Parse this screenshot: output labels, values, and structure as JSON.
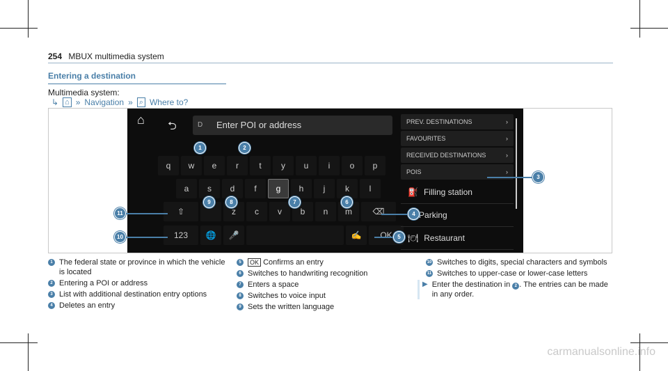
{
  "header": {
    "page_number": "254",
    "book_title": "MBUX multimedia system"
  },
  "section": {
    "title": "Entering a destination",
    "system_label": "Multimedia system:",
    "path": {
      "arrow": "↳",
      "home_icon": "⌂",
      "sep": "»",
      "nav": "Navigation",
      "search_icon": "⌕",
      "where": "Where to?"
    }
  },
  "screen": {
    "input_letter": "D",
    "input_placeholder": "Enter POI or address",
    "rows": [
      [
        "q",
        "w",
        "e",
        "r",
        "t",
        "y",
        "u",
        "i",
        "o",
        "p"
      ],
      [
        "a",
        "s",
        "d",
        "f",
        "g",
        "h",
        "j",
        "k",
        "l"
      ],
      [
        "⇧",
        "",
        "z",
        "c",
        "v",
        "b",
        "n",
        "m",
        "⌫"
      ]
    ],
    "bottom_row": {
      "digits": "123",
      "globe": "🌐",
      "mic": "🎤",
      "hand": "✍",
      "ok": "OK"
    },
    "selected_key": "g",
    "panel_items": [
      "PREV. DESTINATIONS",
      "FAVOURITES",
      "RECEIVED DESTINATIONS",
      "POIS"
    ],
    "categories": [
      {
        "icon": "⛽",
        "label": "Filling station"
      },
      {
        "icon": "P",
        "label": "Parking"
      },
      {
        "icon": "🍽",
        "label": "Restaurant"
      }
    ]
  },
  "callouts": [
    "1",
    "2",
    "3",
    "4",
    "5",
    "6",
    "7",
    "8",
    "9",
    "10",
    "11"
  ],
  "legend": {
    "col1": [
      {
        "n": "1",
        "text": "The federal state or province in which the vehicle is located"
      },
      {
        "n": "2",
        "text": "Entering a POI or address"
      },
      {
        "n": "3",
        "text": "List with additional destination entry options"
      },
      {
        "n": "4",
        "text": "Deletes an entry"
      }
    ],
    "col2": [
      {
        "n": "5",
        "ok": "OK",
        "text": "Confirms an entry"
      },
      {
        "n": "6",
        "text": "Switches to handwriting recognition"
      },
      {
        "n": "7",
        "text": "Enters a space"
      },
      {
        "n": "8",
        "text": "Switches to voice input"
      },
      {
        "n": "9",
        "text": "Sets the written language"
      }
    ],
    "col3": [
      {
        "n": "10",
        "text": "Switches to digits, special characters and symbols"
      },
      {
        "n": "11",
        "text": "Switches to upper-case or lower-case letters"
      }
    ],
    "step": {
      "pre": "Enter the destination in",
      "ref": "2",
      "post": ". The entries can be made in any order."
    }
  },
  "watermark": "carmanualsonline.info",
  "colors": {
    "accent": "#4a7fa8",
    "screen_bg": "#0d0d0d"
  }
}
